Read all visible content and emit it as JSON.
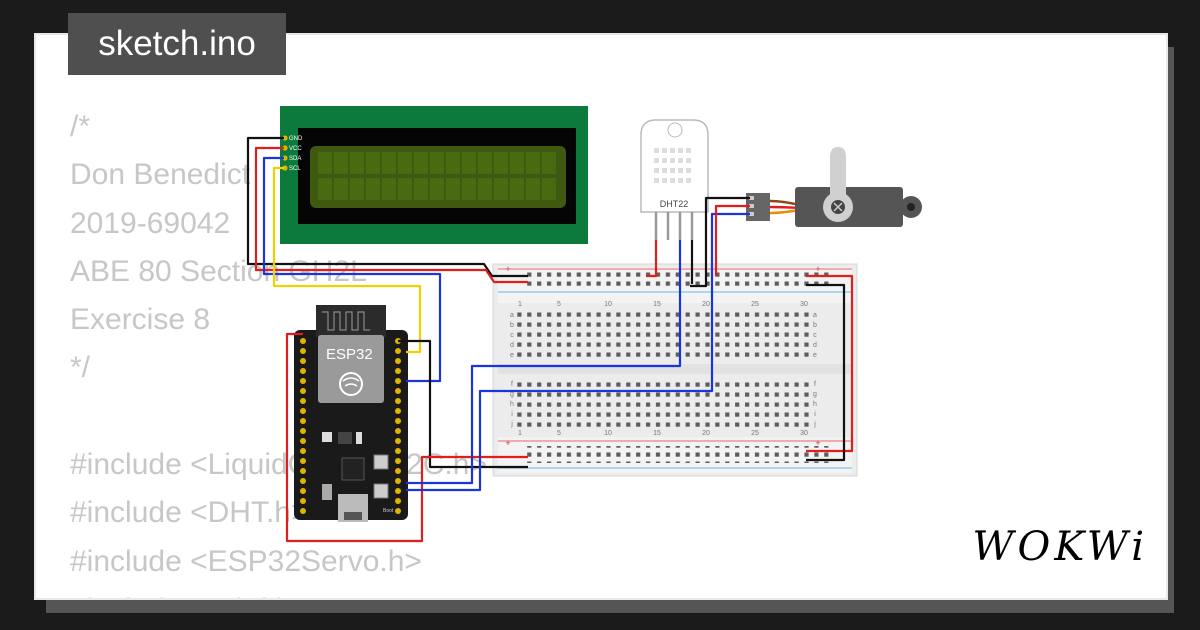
{
  "editor": {
    "filename": "sketch.ino",
    "code_lines": [
      "/*",
      "Don Benedict",
      "2019-69042",
      "ABE 80 Section GH2L",
      "Exercise 8",
      "*/",
      "",
      "#include <LiquidCrystal_I2C.h>",
      "#include <DHT.h>",
      "#include <ESP32Servo.h>",
      "#include <WiFi.h>"
    ]
  },
  "diagram": {
    "lcd_pins": [
      "GND",
      "VCC",
      "SDA",
      "SCL"
    ],
    "esp32_label": "ESP32",
    "dht_label": "DHT22",
    "breadboard_columns": [
      "1",
      "5",
      "10",
      "15",
      "20",
      "25",
      "30"
    ],
    "breadboard_rows_top": [
      "a",
      "b",
      "c",
      "d",
      "e"
    ],
    "breadboard_rows_bottom": [
      "f",
      "g",
      "h",
      "i",
      "j"
    ],
    "esp32_button_label": "Boot",
    "colors": {
      "wire_red": "#e01e1e",
      "wire_black": "#111111",
      "wire_blue": "#1a35d8",
      "wire_yellow": "#f2cf00",
      "wire_orange": "#f08a00",
      "lcd_board": "#0b7a3b",
      "lcd_screen": "#3f5a10"
    }
  },
  "branding": {
    "logo": "WOKWi"
  }
}
